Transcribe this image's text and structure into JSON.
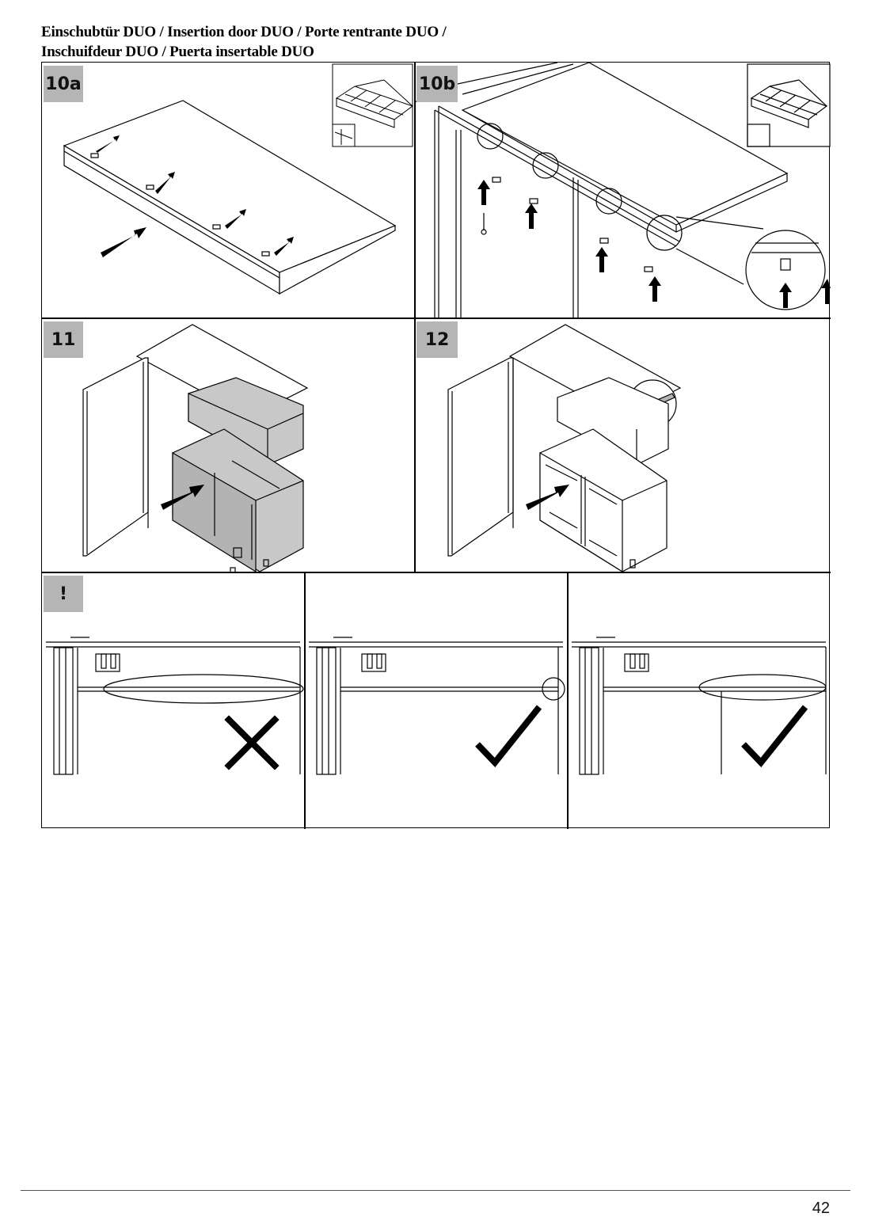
{
  "title": {
    "line1": "Einschubtür DUO / Insertion door DUO / Porte rentrante DUO /",
    "line2": "Inschuifdeur DUO / Puerta insertable DUO"
  },
  "steps": [
    {
      "label": "10a"
    },
    {
      "label": "10b"
    },
    {
      "label": "11"
    },
    {
      "label": "12"
    },
    {
      "label": "!"
    }
  ],
  "checks": [
    {
      "result": "wrong",
      "icon": "cross-icon"
    },
    {
      "result": "correct",
      "icon": "checkmark-icon"
    },
    {
      "result": "correct",
      "icon": "checkmark-icon"
    }
  ],
  "page_number": "42",
  "colors": {
    "badge": "#b5b5b5",
    "panel_fill": "#c8c8c8",
    "line": "#000000"
  }
}
